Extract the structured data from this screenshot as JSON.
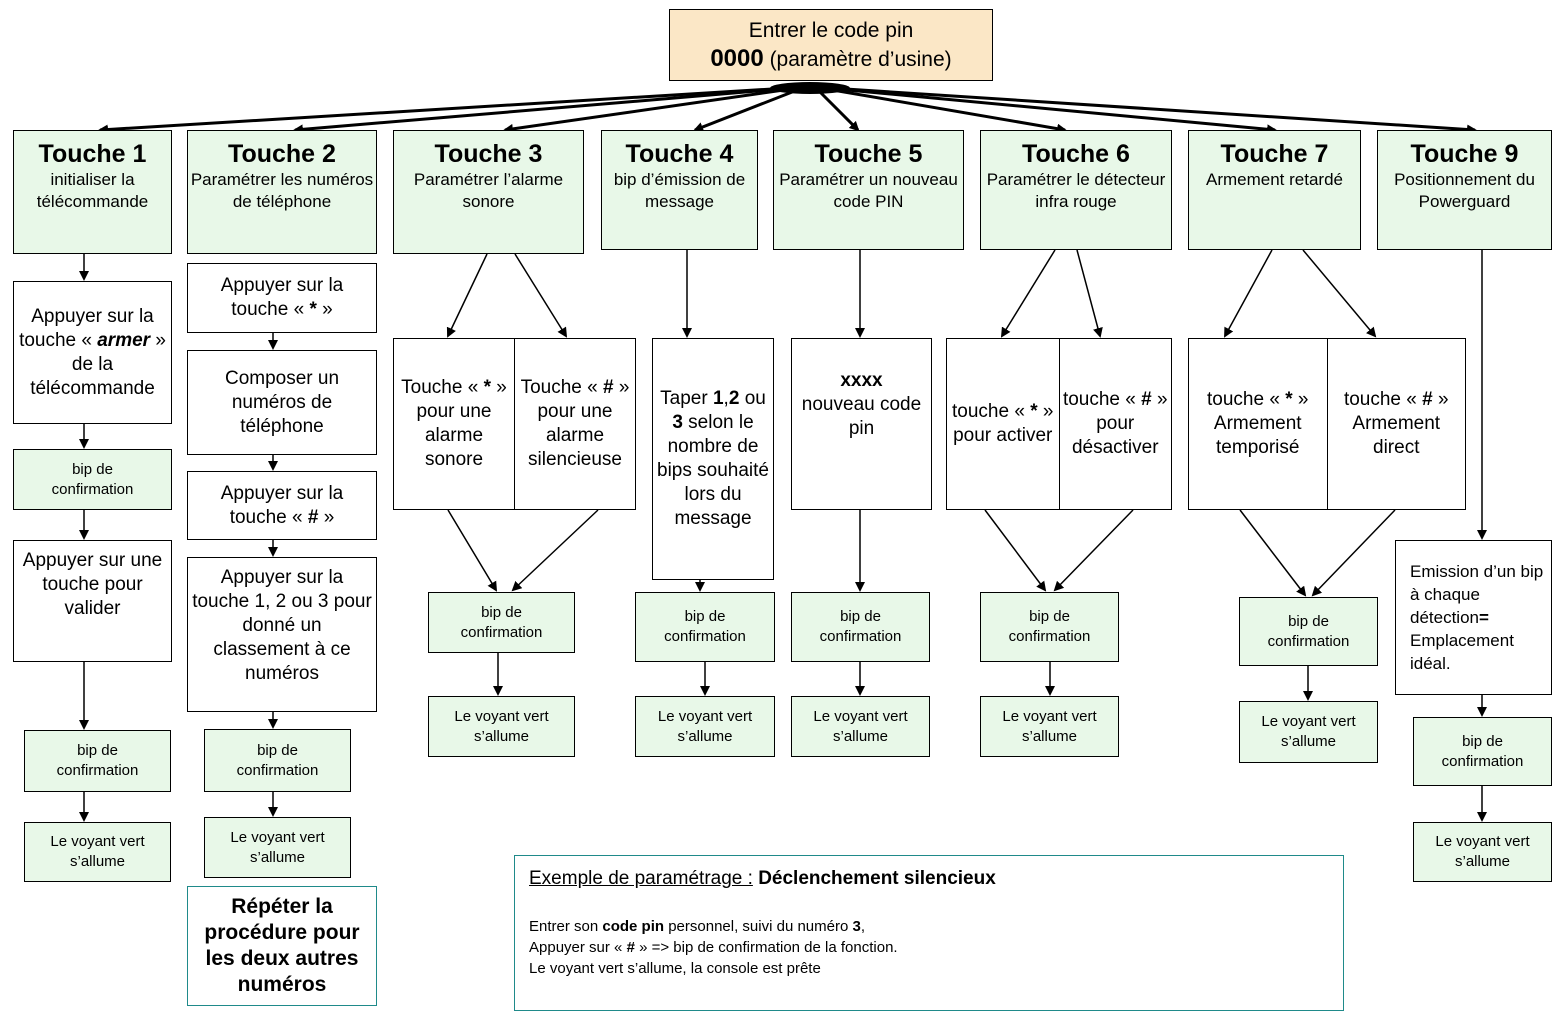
{
  "start": {
    "line1": "Entrer le code pin",
    "code": "0000",
    "note": "(paramètre d’usine)"
  },
  "touches": [
    {
      "title": "Touche 1",
      "sub": "initialiser la télécommande"
    },
    {
      "title": "Touche 2",
      "sub": "Paramétrer les numéros de téléphone"
    },
    {
      "title": "Touche 3",
      "sub": "Paramétrer l’alarme sonore"
    },
    {
      "title": "Touche 4",
      "sub": "bip d’émission de message"
    },
    {
      "title": "Touche 5",
      "sub": "Paramétrer un nouveau code PIN"
    },
    {
      "title": "Touche 6",
      "sub": "Paramétrer le détecteur infra rouge"
    },
    {
      "title": "Touche 7",
      "sub": "Armement retardé"
    },
    {
      "title": "Touche 9",
      "sub": "Positionnement du Powerguard"
    }
  ],
  "common": {
    "bip": "bip de confirmation",
    "voyant": "Le voyant vert s’allume"
  },
  "t1": {
    "step1_a": "Appuyer sur la touche",
    "step1_key": "armer",
    "step1_b": "de la télécommande",
    "step2": "Appuyer sur une touche pour valider"
  },
  "t2": {
    "step1_a": "Appuyer sur la touche «",
    "step1_key": "*",
    "step1_b": "»",
    "step2": "Composer un numéros de téléphone",
    "step3_a": "Appuyer sur la touche «",
    "step3_key": "#",
    "step3_b": "»",
    "step4": "Appuyer sur la touche 1, 2 ou 3 pour donné un classement à ce numéros",
    "repeat": "Répéter la procédure pour les deux autres numéros"
  },
  "t3": {
    "left_a": "Touche «",
    "left_key": "*",
    "left_b": "» pour une alarme sonore",
    "right_a": "Touche «",
    "right_key": "#",
    "right_b": "» pour une alarme silencieuse"
  },
  "t4": {
    "a": "Taper",
    "k1": "1",
    "c1": ",",
    "k2": "2",
    "ou": "ou",
    "k3": "3",
    "b": "selon le nombre de bips souhaité lors du message"
  },
  "t5": {
    "code": "xxxx",
    "label": "nouveau code pin"
  },
  "t6": {
    "left_a": "touche «",
    "left_key": "*",
    "left_b": "» pour activer",
    "right_a": "touche «",
    "right_key": "#",
    "right_b": "» pour désactiver"
  },
  "t7": {
    "left_a": "touche «",
    "left_key": "*",
    "left_b": "» Armement temporisé",
    "right_a": "touche «",
    "right_key": "#",
    "right_b": "» Armement direct"
  },
  "t9": {
    "a": "Emission d’un bip à chaque détection",
    "eq": "=",
    "b": "Emplacement idéal."
  },
  "example": {
    "title_u": "Exemple de paramétrage :",
    "title_b": "Déclenchement silencieux",
    "l1_a": "Entrer son",
    "l1_b": "code pin",
    "l1_c": "personnel, suivi du numéro",
    "l1_d": "3",
    "l2_a": "Appuyer sur «",
    "l2_b": "#",
    "l2_c": "» => bip de confirmation de la fonction.",
    "l3": "Le voyant vert s’allume, la console est prête"
  }
}
